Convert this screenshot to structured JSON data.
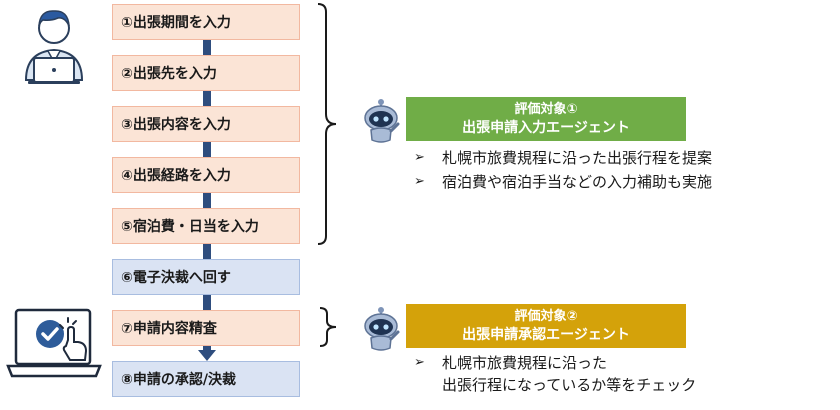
{
  "steps": [
    {
      "label": "①出張期間を入力",
      "style": "peach"
    },
    {
      "label": "②出張先を入力",
      "style": "peach"
    },
    {
      "label": "③出張内容を入力",
      "style": "peach"
    },
    {
      "label": "④出張経路を入力",
      "style": "peach"
    },
    {
      "label": "⑤宿泊費・日当を入力",
      "style": "peach"
    },
    {
      "label": "⑥電子決裁へ回す",
      "style": "blue"
    },
    {
      "label": "⑦申請内容精査",
      "style": "peach"
    },
    {
      "label": "⑧申請の承認/決裁",
      "style": "blue"
    }
  ],
  "agents": [
    {
      "line1": "評価対象①",
      "line2": "出張申請入力エージェント",
      "color": "#70ad47",
      "bullets": [
        "札幌市旅費規程に沿った出張行程を提案",
        "宿泊費や宿泊手当などの入力補助も実施"
      ]
    },
    {
      "line1": "評価対象②",
      "line2": "出張申請承認エージェント",
      "color": "#d4a20a",
      "bullets": [
        "札幌市旅費規程に沿った",
        "出張行程になっているか等をチェック"
      ]
    }
  ],
  "colors": {
    "connector": "#2e4d7e",
    "peach_fill": "#fbe4d6",
    "blue_fill": "#dae3f3",
    "check_badge": "#2e5c9a"
  },
  "icons": {
    "applicant": "person-at-laptop-icon",
    "approver": "laptop-check-click-icon",
    "agent": "robot-agent-icon",
    "bullet": "arrow-bullet-icon"
  }
}
